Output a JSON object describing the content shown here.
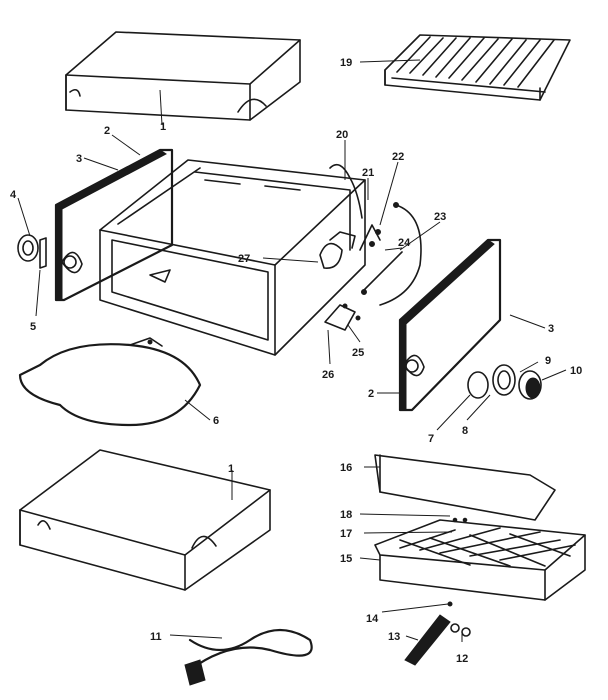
{
  "callouts": [
    {
      "id": "c1a",
      "text": "1"
    },
    {
      "id": "c1b",
      "text": "1"
    },
    {
      "id": "c2a",
      "text": "2"
    },
    {
      "id": "c2b",
      "text": "2"
    },
    {
      "id": "c3a",
      "text": "3"
    },
    {
      "id": "c3b",
      "text": "3"
    },
    {
      "id": "c4",
      "text": "4"
    },
    {
      "id": "c5",
      "text": "5"
    },
    {
      "id": "c6",
      "text": "6"
    },
    {
      "id": "c7",
      "text": "7"
    },
    {
      "id": "c8",
      "text": "8"
    },
    {
      "id": "c9",
      "text": "9"
    },
    {
      "id": "c10",
      "text": "10"
    },
    {
      "id": "c11",
      "text": "11"
    },
    {
      "id": "c12",
      "text": "12"
    },
    {
      "id": "c13",
      "text": "13"
    },
    {
      "id": "c14",
      "text": "14"
    },
    {
      "id": "c15",
      "text": "15"
    },
    {
      "id": "c16",
      "text": "16"
    },
    {
      "id": "c17",
      "text": "17"
    },
    {
      "id": "c18",
      "text": "18"
    },
    {
      "id": "c19",
      "text": "19"
    },
    {
      "id": "c20",
      "text": "20"
    },
    {
      "id": "c21",
      "text": "21"
    },
    {
      "id": "c22",
      "text": "22"
    },
    {
      "id": "c23",
      "text": "23"
    },
    {
      "id": "c24",
      "text": "24"
    },
    {
      "id": "c25",
      "text": "25"
    },
    {
      "id": "c26",
      "text": "26"
    },
    {
      "id": "c27",
      "text": "27"
    }
  ]
}
